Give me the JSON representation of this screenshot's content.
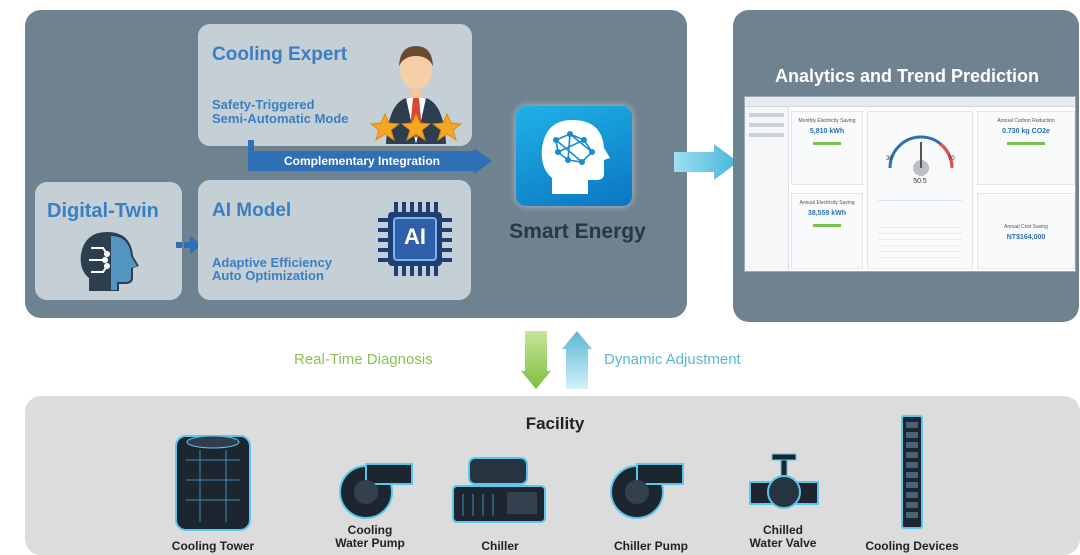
{
  "main": {
    "expert": {
      "title": "Cooling Expert",
      "subtitle_line1": "Safety-Triggered",
      "subtitle_line2": "Semi-Automatic Mode"
    },
    "integration_label": "Complementary Integration",
    "twin": {
      "title": "Digital-Twin"
    },
    "ai": {
      "title": "AI Model",
      "chip_text": "AI",
      "subtitle_line1": "Adaptive Efficiency",
      "subtitle_line2": "Auto Optimization"
    },
    "smart_energy_label": "Smart Energy"
  },
  "analytics": {
    "title": "Analytics and Trend Prediction",
    "dashboard": {
      "gauge_value": "50.5",
      "gauge_left": "30",
      "gauge_right": "70",
      "tiles": [
        {
          "label": "Monthly Electricity Saving",
          "value": "5,810 kWh"
        },
        {
          "label": "Annual Carbon Reduction",
          "value": "0.730 kg CO2e"
        },
        {
          "label": "Annual Electricity Saving",
          "value": "38,559 kWh"
        },
        {
          "label": "Annual Cost Saving",
          "value": "NT$164,000"
        }
      ]
    }
  },
  "flow": {
    "down_label": "Real-Time Diagnosis",
    "up_label": "Dynamic Adjustment",
    "down_color": "#8cc152",
    "up_color": "#6cc2dd"
  },
  "facility": {
    "title": "Facility",
    "devices": [
      {
        "line1": "",
        "line2": "Cooling Tower",
        "icon": "cooling-tower-icon"
      },
      {
        "line1": "Cooling",
        "line2": "Water Pump",
        "icon": "pump-icon"
      },
      {
        "line1": "",
        "line2": "Chiller",
        "icon": "chiller-icon"
      },
      {
        "line1": "",
        "line2": "Chiller Pump",
        "icon": "pump-icon"
      },
      {
        "line1": "Chilled",
        "line2": "Water Valve",
        "icon": "valve-icon"
      },
      {
        "line1": "",
        "line2": "Cooling Devices",
        "icon": "cooling-devices-icon"
      }
    ]
  },
  "colors": {
    "panel": "#6f8290",
    "card": "#c5cfd6",
    "accent_blue": "#3b7fc1",
    "band_blue": "#2e6fb6"
  }
}
